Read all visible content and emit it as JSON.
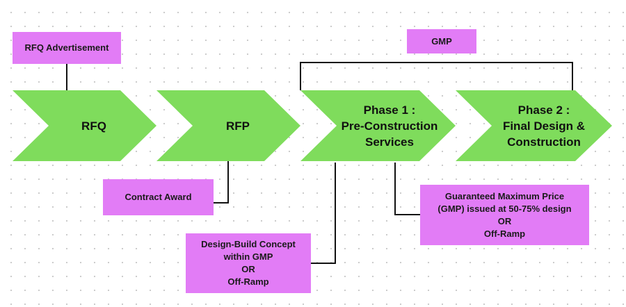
{
  "colors": {
    "chevron_fill": "#7fdc5c",
    "box_fill": "#e27cf6",
    "connector": "#111111"
  },
  "stages": [
    {
      "label": "RFQ"
    },
    {
      "label": "RFP"
    },
    {
      "label_line1": "Phase 1 :",
      "label_line2": "Pre-Construction",
      "label_line3": "Services"
    },
    {
      "label_line1": "Phase 2 :",
      "label_line2": "Final Design &",
      "label_line3": "Construction"
    }
  ],
  "notes": {
    "rfq_advertisement": "RFQ Advertisement",
    "gmp": "GMP",
    "contract_award": "Contract Award",
    "design_build": {
      "line1": "Design-Build Concept",
      "line2": "within GMP",
      "line3": "OR",
      "line4": "Off-Ramp"
    },
    "guaranteed_max_price": {
      "line1": "Guaranteed Maximum Price",
      "line2": "(GMP) issued at 50-75% design",
      "line3": "OR",
      "line4": "Off-Ramp"
    }
  }
}
